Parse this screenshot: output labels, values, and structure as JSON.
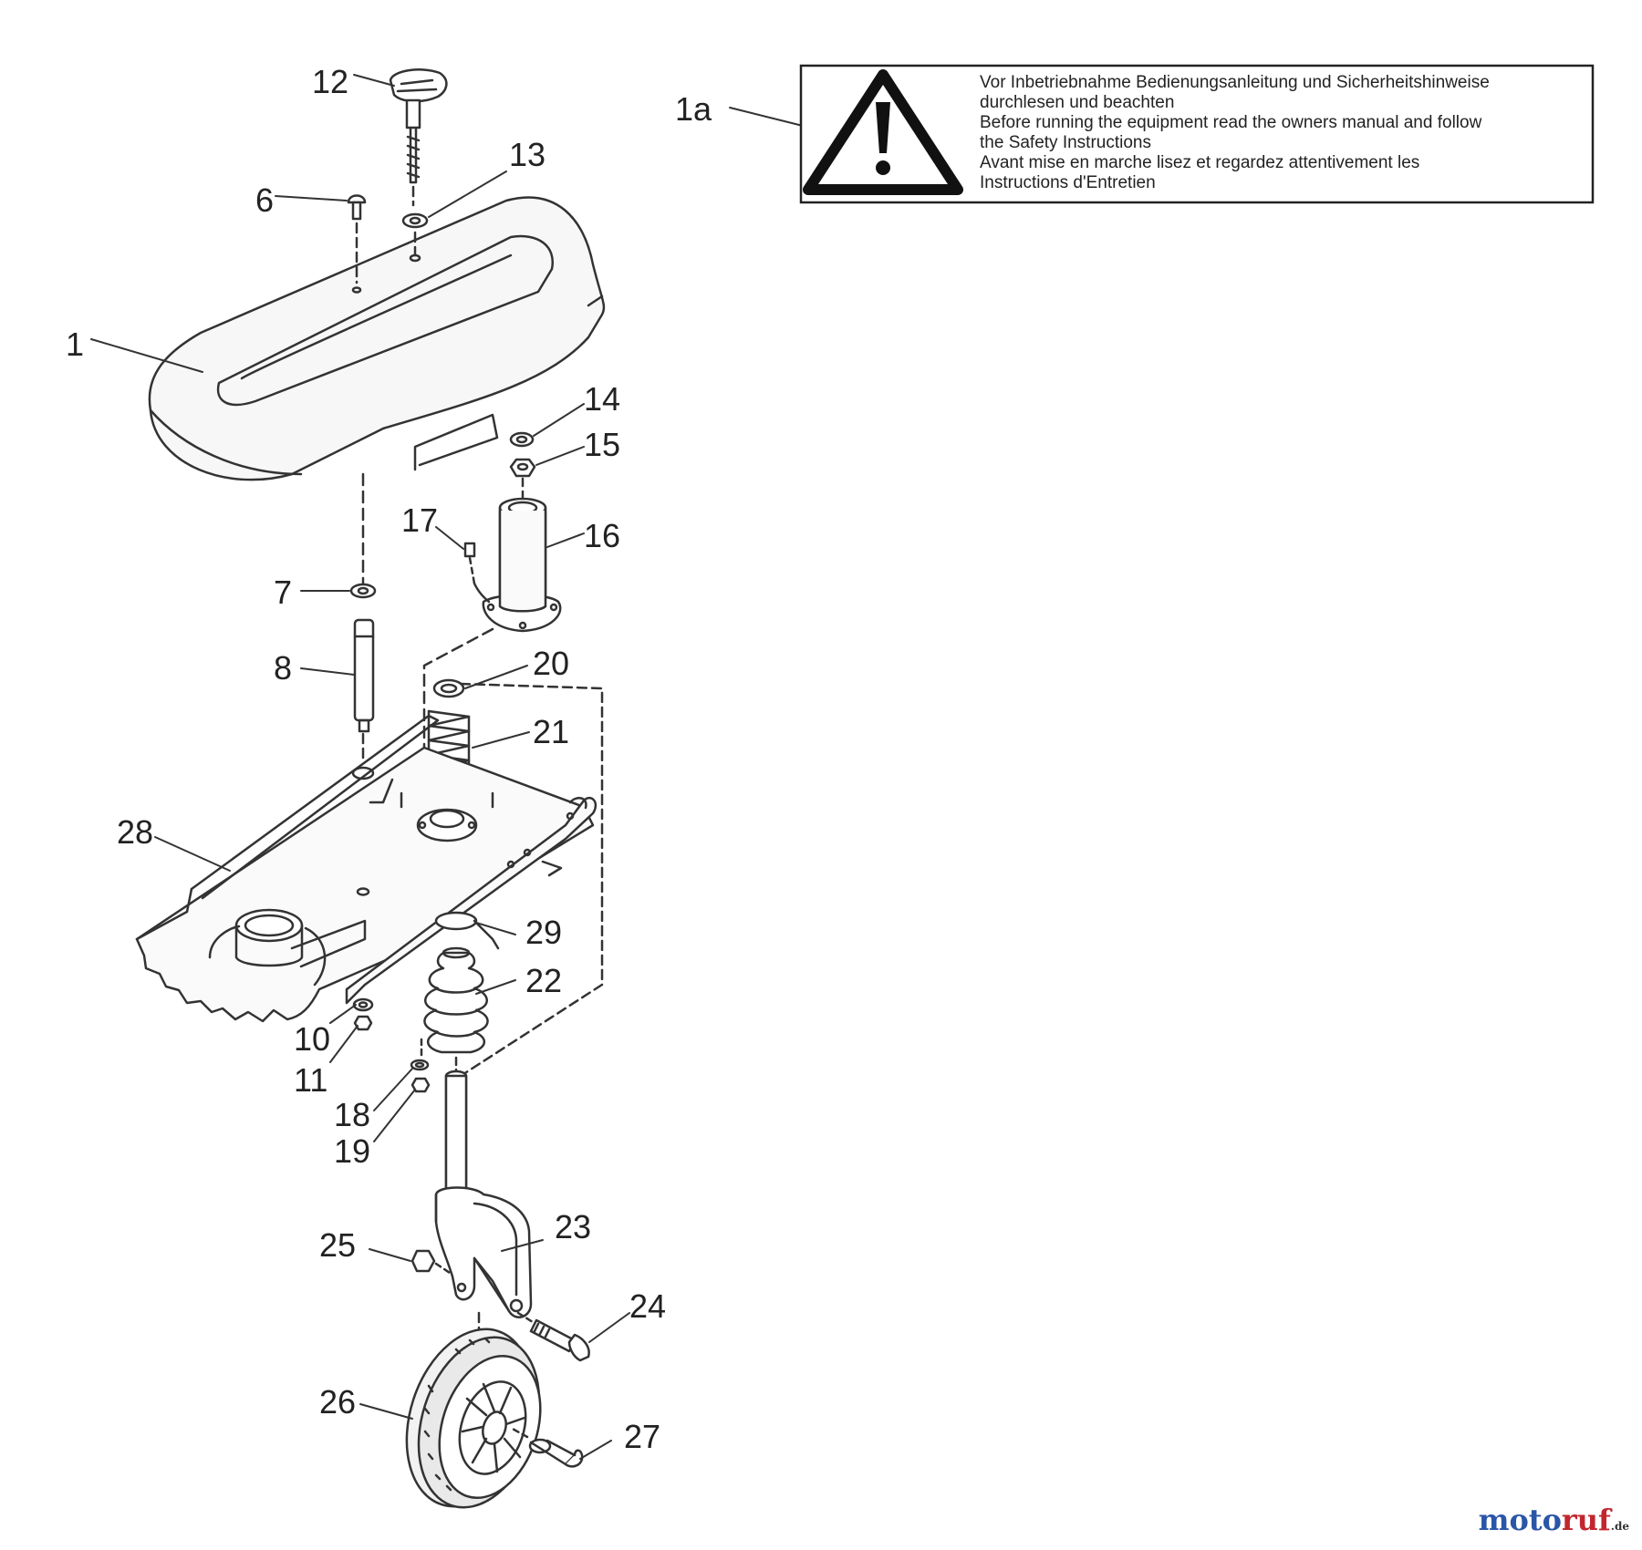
{
  "callouts": [
    "12",
    "13",
    "6",
    "1",
    "14",
    "15",
    "17",
    "16",
    "7",
    "8",
    "20",
    "21",
    "28",
    "29",
    "22",
    "10",
    "11",
    "18",
    "19",
    "25",
    "23",
    "24",
    "26",
    "27",
    "1a"
  ],
  "warning_label": {
    "lines": [
      "Vor Inbetriebnahme Bedienungsanleitung und Sicherheitshinweise",
      "durchlesen und beachten",
      "Before running the equipment read the owners manual and follow",
      "the Safety Instructions",
      "Avant mise en marche lisez et regardez attentivement les",
      "Instructions d'Entretien"
    ]
  },
  "watermark": {
    "part1": "moto",
    "part2": "ruf",
    "suffix": ".de"
  }
}
